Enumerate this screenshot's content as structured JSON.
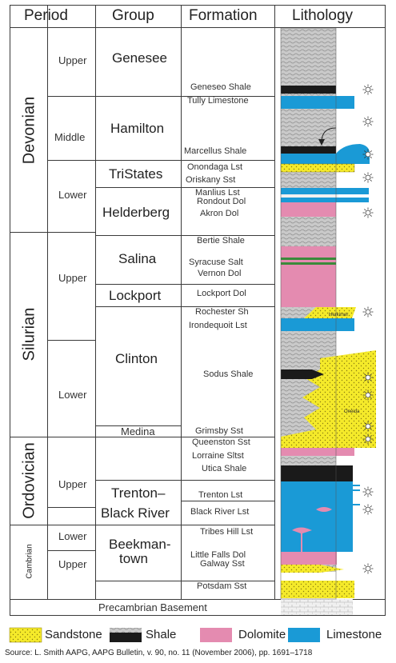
{
  "headers": {
    "period": "Period",
    "group": "Group",
    "formation": "Formation",
    "lithology": "Lithology"
  },
  "periods": {
    "devonian": "Devonian",
    "silurian": "Silurian",
    "ordovician": "Ordovician",
    "cambrian": "Cambrian"
  },
  "epochs": {
    "dev_upper": "Upper",
    "dev_middle": "Middle",
    "dev_lower": "Lower",
    "sil_upper": "Upper",
    "sil_lower": "Lower",
    "ord_upper": "Upper",
    "ord_lower": "Lower",
    "cam_upper": "Upper"
  },
  "groups": {
    "genesee": "Genesee",
    "hamilton": "Hamilton",
    "tristates": "TriStates",
    "helderberg": "Helderberg",
    "salina": "Salina",
    "lockport": "Lockport",
    "clinton": "Clinton",
    "medina": "Medina",
    "trenton1": "Trenton–",
    "trenton2": "Black River",
    "beekman1": "Beekman-",
    "beekman2": "town"
  },
  "formations": [
    "Geneseo Shale",
    "Tully Limestone",
    "Marcellus Shale",
    "Onondaga Lst",
    "Oriskany Sst",
    "Manlius Lst",
    "Rondout Dol",
    "Akron Dol",
    "Bertie Shale",
    "Syracuse Salt",
    "Vernon Dol",
    "Lockport Dol",
    "Rochester Sh",
    "Irondequoit Lst",
    "Sodus Shale",
    "Grimsby Sst",
    "Queenston Sst",
    "Lorraine Sltst",
    "Utica Shale",
    "Trenton Lst",
    "Black River Lst",
    "Tribes Hill Lst",
    "Little Falls Dol",
    "Galway Sst",
    "Potsdam Sst"
  ],
  "basement": "Precambrian Basement",
  "lith_labels": {
    "herkimer": "Herkimer",
    "oneida": "Oneida"
  },
  "legend": {
    "sandstone": "Sandstone",
    "shale": "Shale",
    "dolomite": "Dolomite",
    "limestone": "Limestone"
  },
  "colors": {
    "sandstone": "#f5ea2a",
    "shale": "#1a1a1a",
    "dolomite": "#e48bb0",
    "limestone": "#1a9ad6",
    "grey": "#c8c8c8"
  },
  "source": "Source: L. Smith AAPG, AAPG Bulletin, v. 90, no. 11 (November 2006), pp. 1691–1718"
}
